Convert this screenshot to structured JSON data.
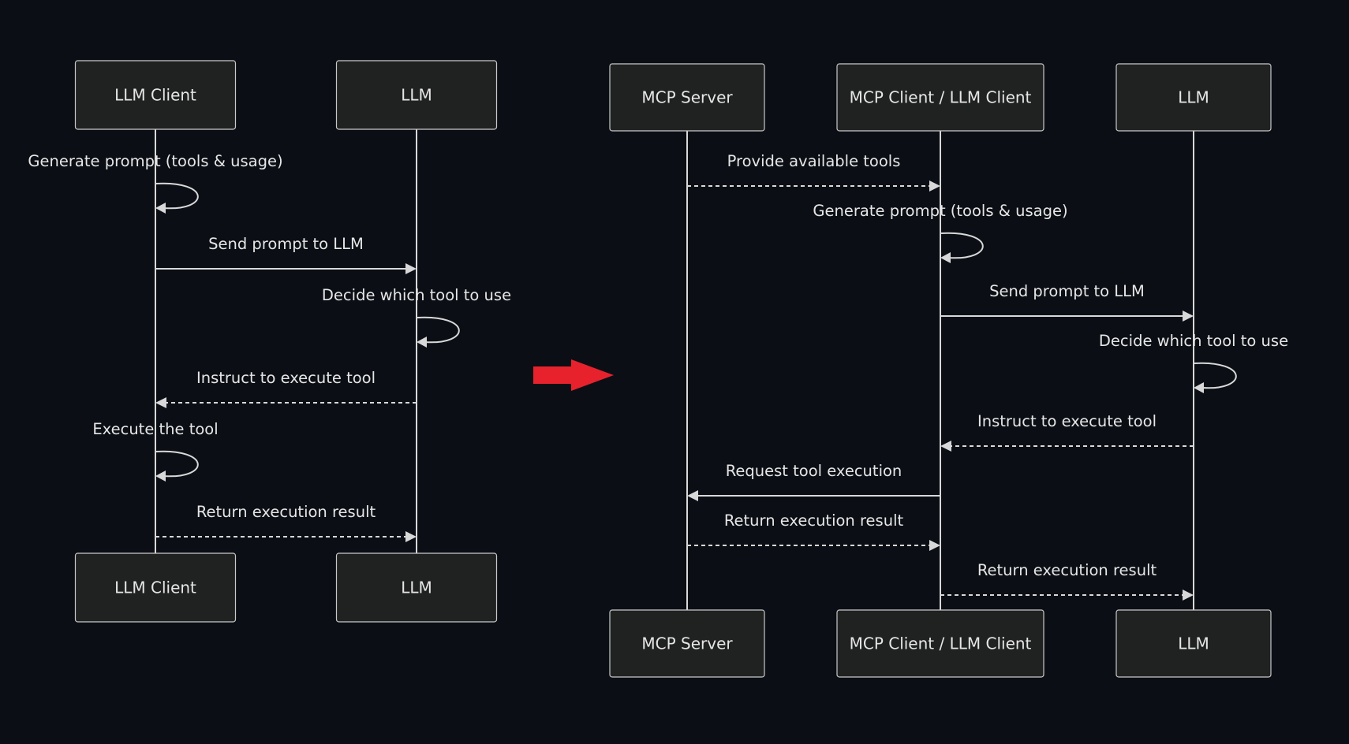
{
  "left": {
    "participants": [
      "LLM Client",
      "LLM"
    ],
    "messages": [
      {
        "from": 0,
        "to": 0,
        "label": "Generate prompt (tools & usage)",
        "style": "solid"
      },
      {
        "from": 0,
        "to": 1,
        "label": "Send prompt to LLM",
        "style": "solid"
      },
      {
        "from": 1,
        "to": 1,
        "label": "Decide which tool to use",
        "style": "solid"
      },
      {
        "from": 1,
        "to": 0,
        "label": "Instruct to execute tool",
        "style": "dashed"
      },
      {
        "from": 0,
        "to": 0,
        "label": "Execute the tool",
        "style": "solid"
      },
      {
        "from": 0,
        "to": 1,
        "label": "Return execution result",
        "style": "dashed"
      }
    ]
  },
  "right": {
    "participants": [
      "MCP Server",
      "MCP Client / LLM Client",
      "LLM"
    ],
    "messages": [
      {
        "from": 0,
        "to": 1,
        "label": "Provide available tools",
        "style": "dashed"
      },
      {
        "from": 1,
        "to": 1,
        "label": "Generate prompt (tools & usage)",
        "style": "solid"
      },
      {
        "from": 1,
        "to": 2,
        "label": "Send prompt to LLM",
        "style": "solid"
      },
      {
        "from": 2,
        "to": 2,
        "label": "Decide which tool to use",
        "style": "solid"
      },
      {
        "from": 2,
        "to": 1,
        "label": "Instruct to execute tool",
        "style": "dashed"
      },
      {
        "from": 1,
        "to": 0,
        "label": "Request tool execution",
        "style": "solid"
      },
      {
        "from": 0,
        "to": 1,
        "label": "Return execution result",
        "style": "dashed"
      },
      {
        "from": 1,
        "to": 2,
        "label": "Return execution result",
        "style": "dashed"
      }
    ]
  },
  "colors": {
    "background": "#0b0f15",
    "box_fill": "#202221",
    "arrow": "#e8222d"
  }
}
